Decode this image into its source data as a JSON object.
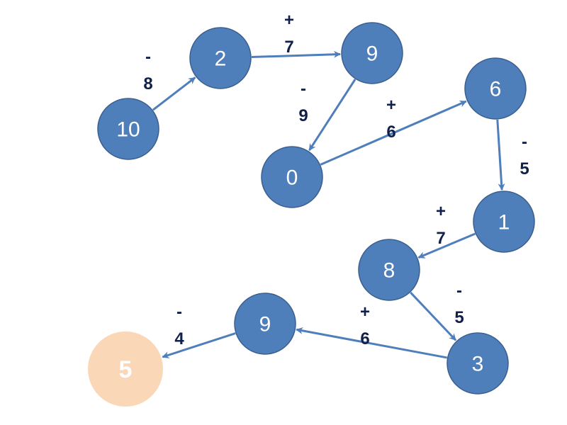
{
  "title": "Arithmetic chain diagram",
  "colors": {
    "node_fill": "#4f7fbb",
    "node_stroke": "#3a5f8e",
    "final_fill": "#fad7b7",
    "final_text": "#ff0000",
    "edge": "#4f7fbb",
    "op_text": "#10204a"
  },
  "nodes": [
    {
      "id": "n10",
      "label": "10"
    },
    {
      "id": "n2",
      "label": "2"
    },
    {
      "id": "n9a",
      "label": "9"
    },
    {
      "id": "n0",
      "label": "0"
    },
    {
      "id": "n6",
      "label": "6"
    },
    {
      "id": "n1",
      "label": "1"
    },
    {
      "id": "n8",
      "label": "8"
    },
    {
      "id": "n3",
      "label": "3"
    },
    {
      "id": "n9b",
      "label": "9"
    },
    {
      "id": "n5",
      "label": "5",
      "final": true
    }
  ],
  "edges": [
    {
      "from": "n10",
      "to": "n2",
      "sign": "-",
      "value": "8"
    },
    {
      "from": "n2",
      "to": "n9a",
      "sign": "+",
      "value": "7"
    },
    {
      "from": "n9a",
      "to": "n0",
      "sign": "-",
      "value": "9"
    },
    {
      "from": "n0",
      "to": "n6",
      "sign": "+",
      "value": "6"
    },
    {
      "from": "n6",
      "to": "n1",
      "sign": "-",
      "value": "5"
    },
    {
      "from": "n1",
      "to": "n8",
      "sign": "+",
      "value": "7"
    },
    {
      "from": "n8",
      "to": "n3",
      "sign": "-",
      "value": "5"
    },
    {
      "from": "n3",
      "to": "n9b",
      "sign": "+",
      "value": "6"
    },
    {
      "from": "n9b",
      "to": "n5",
      "sign": "-",
      "value": "4"
    }
  ]
}
